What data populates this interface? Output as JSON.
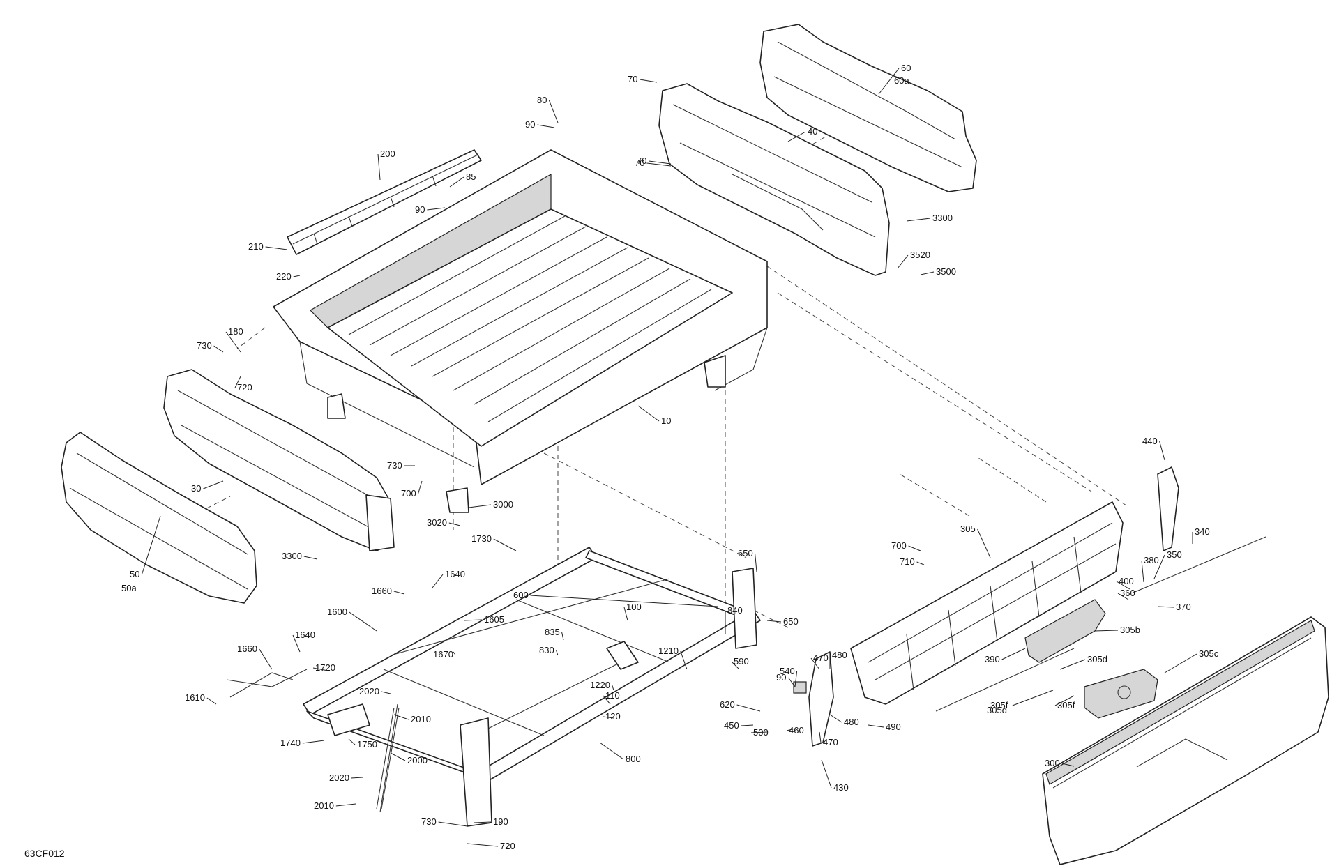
{
  "diagram_code": "63CF012",
  "labels": [
    "70",
    "80",
    "90",
    "200",
    "85",
    "90",
    "210",
    "220",
    "180",
    "730",
    "720",
    "70",
    "30",
    "50",
    "50a",
    "60",
    "60a",
    "40",
    "70",
    "3300",
    "3520",
    "3500",
    "10",
    "730",
    "700",
    "3000",
    "3020",
    "1730",
    "3300",
    "1640",
    "1660",
    "1600",
    "1605",
    "1670",
    "835",
    "830",
    "100",
    "650",
    "600",
    "650",
    "1660",
    "1640",
    "1720",
    "1210",
    "590",
    "1220",
    "110",
    "120",
    "2020",
    "2010",
    "1610",
    "1740",
    "1750",
    "2000",
    "2020",
    "2010",
    "800",
    "190",
    "730",
    "720",
    "440",
    "340",
    "700",
    "710",
    "305",
    "380",
    "350",
    "400",
    "360",
    "370",
    "840",
    "540",
    "470",
    "480",
    "305b",
    "305c",
    "390",
    "305d",
    "90",
    "620",
    "450",
    "500",
    "460",
    "490",
    "480",
    "470",
    "305f",
    "305d",
    "305f",
    "430",
    "300"
  ]
}
